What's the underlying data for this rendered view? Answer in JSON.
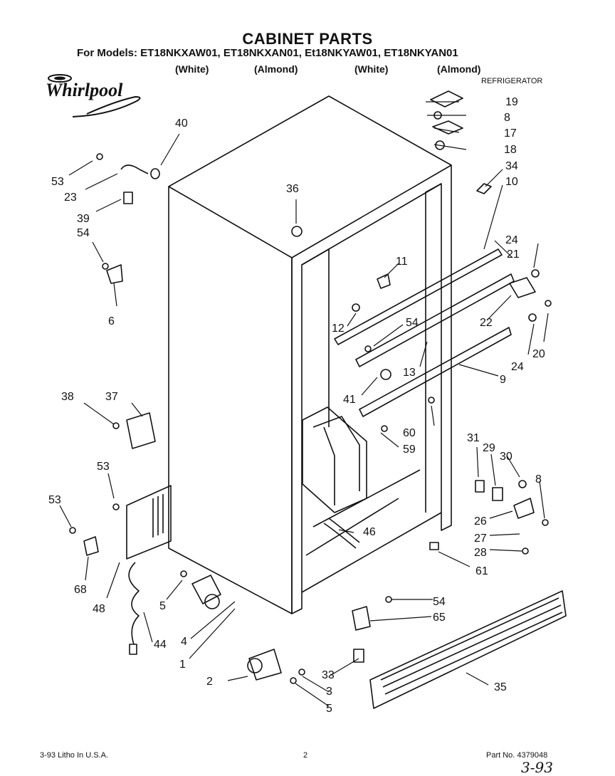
{
  "header": {
    "title": "CABINET PARTS",
    "models_line": "For Models: ET18NKXAW01, ET18NKXAN01, Et18NKYAW01, ET18NKYAN01",
    "colors": [
      "(White)",
      "(Almond)",
      "(White)",
      "(Almond)"
    ],
    "category": "REFRIGERATOR",
    "brand_logo": "Whirlpool"
  },
  "callouts": [
    "40",
    "53",
    "23",
    "39",
    "54",
    "6",
    "36",
    "19",
    "8",
    "17",
    "18",
    "34",
    "10",
    "11",
    "24",
    "21",
    "12",
    "54",
    "22",
    "20",
    "24",
    "13",
    "9",
    "41",
    "38",
    "37",
    "60",
    "59",
    "31",
    "29",
    "30",
    "8",
    "53",
    "53",
    "46",
    "26",
    "27",
    "28",
    "61",
    "68",
    "48",
    "5",
    "4",
    "44",
    "54",
    "65",
    "1",
    "33",
    "35",
    "2",
    "3",
    "5"
  ],
  "footer": {
    "left": "3-93 Litho In U.S.A.",
    "center": "2",
    "right": "Part No. 4379048",
    "handwritten": "3-93"
  }
}
